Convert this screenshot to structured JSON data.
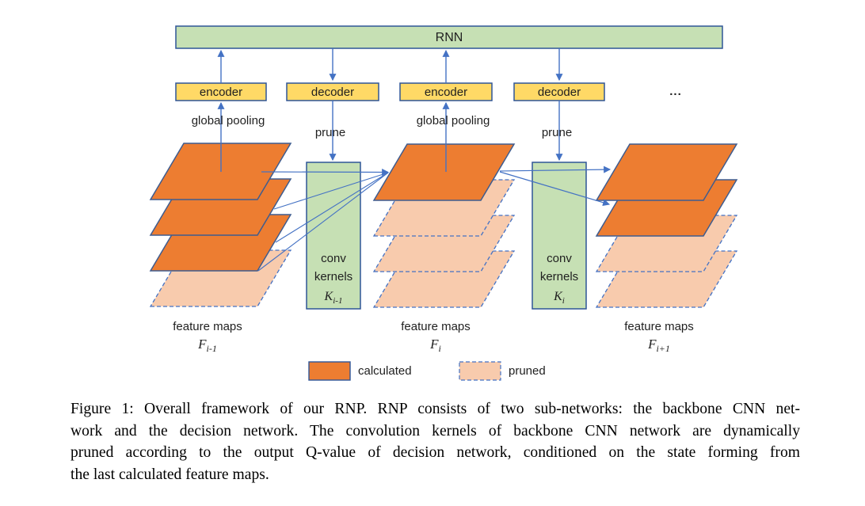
{
  "figure": {
    "rnn_label": "RNN",
    "ellipsis": "...",
    "boxes": {
      "encoder1": "encoder",
      "decoder1": "decoder",
      "encoder2": "encoder",
      "decoder2": "decoder"
    },
    "labels": {
      "global_pooling_1": "global pooling",
      "global_pooling_2": "global pooling",
      "prune_1": "prune",
      "prune_2": "prune"
    },
    "conv_kernels_1": {
      "line1": "conv",
      "line2": "kernels",
      "symbol": "K",
      "subscript": "i-1"
    },
    "conv_kernels_2": {
      "line1": "conv",
      "line2": "kernels",
      "symbol": "K",
      "subscript": "i"
    },
    "feature_maps": [
      {
        "label": "feature maps",
        "symbol": "F",
        "subscript": "i-1"
      },
      {
        "label": "feature maps",
        "symbol": "F",
        "subscript": "i"
      },
      {
        "label": "feature maps",
        "symbol": "F",
        "subscript": "i+1"
      }
    ],
    "legend": {
      "calculated": "calculated",
      "pruned": "pruned"
    },
    "colors": {
      "calculated_fill": "#ED7D31",
      "pruned_fill": "#F8CBAD",
      "green_fill": "#C6E0B4",
      "yellow_fill": "#FFD966",
      "navy_border": "#2F5597",
      "map_border": "#3E5C8F",
      "arrow_blue": "#4472C4",
      "text": "#1F1F1F"
    }
  },
  "caption": {
    "lines": [
      "Figure 1: Overall framework of our RNP. RNP consists of two sub-networks: the backbone CNN net-",
      "work and the decision network. The convolution kernels of backbone CNN network are dynamically",
      "pruned according to the output Q-value of decision network, conditioned on the state forming from",
      "the last calculated feature maps."
    ]
  }
}
